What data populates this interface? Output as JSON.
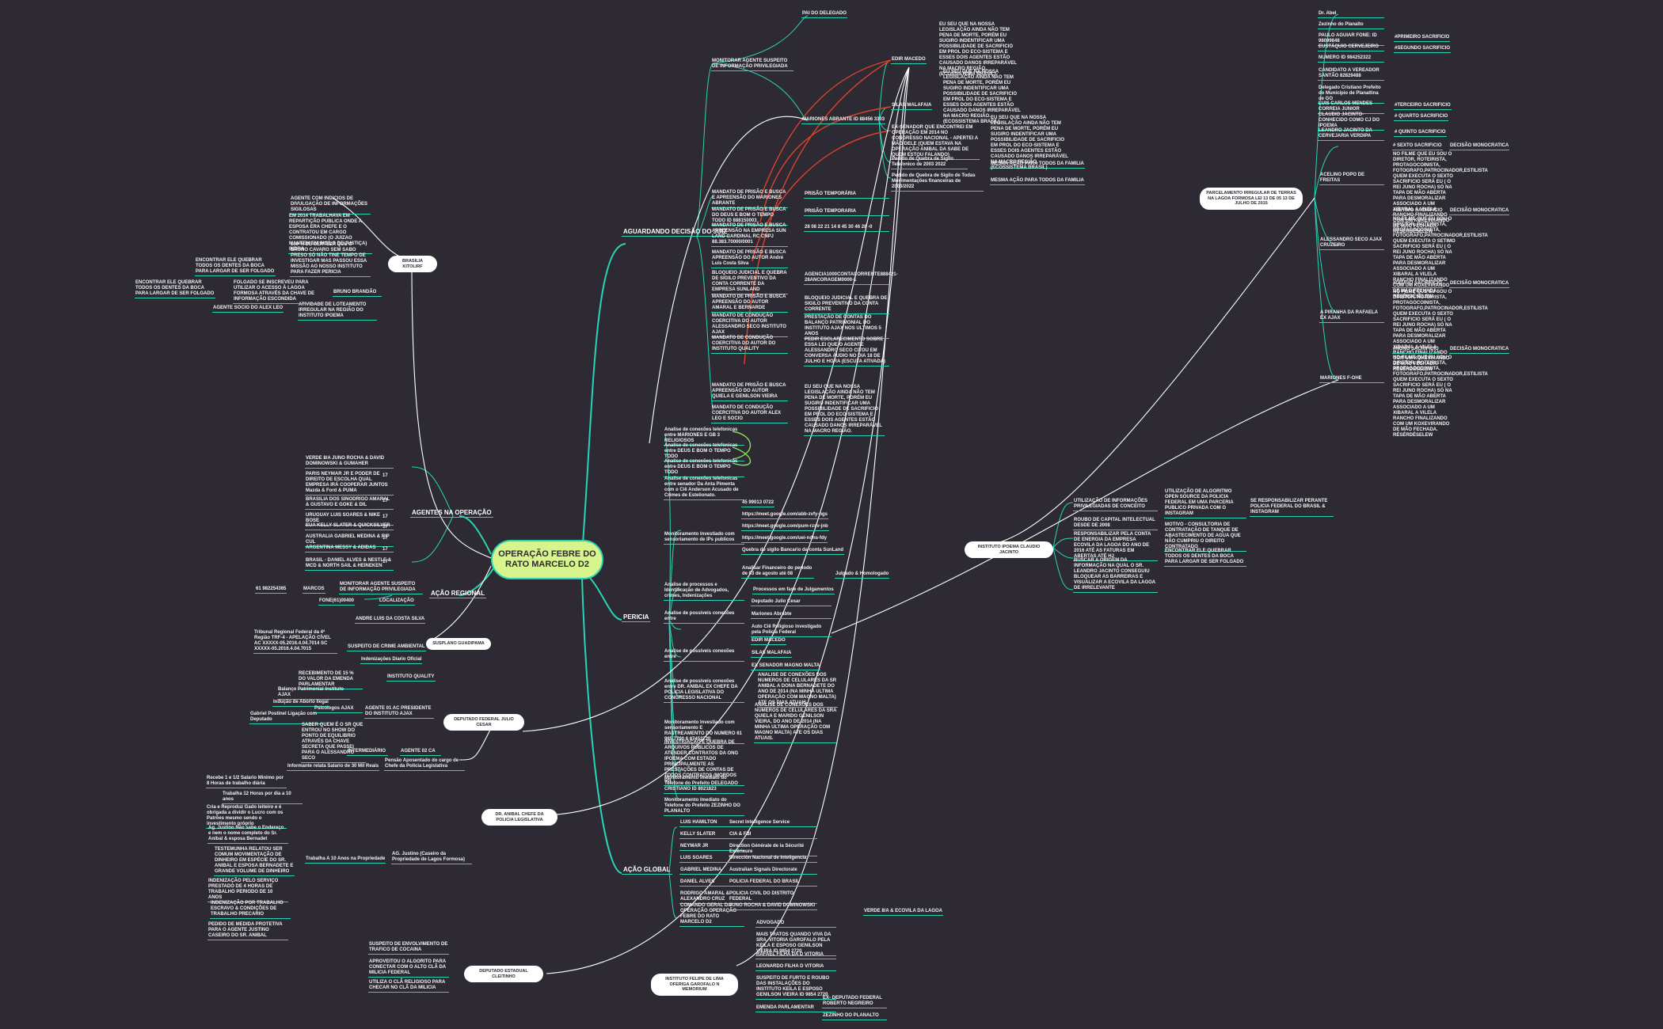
{
  "diagram": {
    "center": "OPERAÇÃO FEBRE DO RATO MARCELO D2",
    "branches": {
      "aguardando": "AGUARDANDO DECISÃO DO JUIZ",
      "pericia": "PERICIA",
      "acao_global": "AÇÃO GLOBAL",
      "agentes": "AGENTES NA OPERAÇÃO",
      "acao_regional": "AÇÃO REGIONAL"
    },
    "bubbles": {
      "brasilia": "BRASILIA KITOLIRF",
      "suspeito": "SUSPLANO GUADIPAMA",
      "deputado_federal": "DEPUTADO FEDERAL JULIO CESAR",
      "anibal": "DR. ANIBAL CHEFE DA POLICIA LEGISLATIVA",
      "deputado_estadual": "DEPUTADO ESTADUAL CLEITINHO",
      "instituto_felipe": "INSTITUTO FELIPE DE LIMA OFERIGA GAROFALO N MEMORIUM",
      "instituto_ipoema": "INSTITUTO IPOEMA CLAUDIO JACINTO",
      "parcelamento": "PARCELAMENTO IRREGULAR DE TERRAS NA LAGOA FORMOSA LEI 13 DE 05 13 DE JULHO DE 2015"
    },
    "top_nodes": {
      "pai": "PAI DO DELEGADO",
      "monitorar": "MONITORAR AGENTE SUSPEITO DE INFORMAÇÃO PRIVILEGIADA",
      "edir": "EDIR MACEDO",
      "silas": "SILAS MALAFAIA",
      "marinee": "MARIONES ABRANTE ID 88456 3303",
      "senador": "EX-SENADOR QUE ENCONTREI EM OPERAÇÃO EM 2014 NO CONGRESSO NACIONAL - APERTEI A MÃO DELE (QUEM ESTAVA NA OPERAÇÃO ANIBAL DA SABE DE QUEM ESTOU FALANDO)",
      "pedido1": "Pedido de Quebra de Sigilo Telefonico de 2003 2022",
      "pedido2": "Pedido de Quebra de Sigilo de Todas Movimentações financeiras de 2003/2022",
      "mesma1": "MESMA AÇÃO PARA TODOS DA FAMILIA",
      "mesma2": "MESMA AÇÃO PARA TODOS DA FAMILIA",
      "eu_seu": "EU SEU QUE NA NOSSA LEGISLAÇÃO AINDA NÃO TEM PENA DE MORTE, PORÉM EU SUGIRO INDENTIFICAR UMA POSSIBILIDADE DE SACRIFICIO EM PROL DO ECO-SISTEMA E ESSES DOIS AGENTES ESTÃO CAUSADO DANOS IRREPARÁVEL NA MACRO REGIÃO. (ECOSSISTEMA BRASIL)"
    },
    "mandados": [
      {
        "label": "MANDATO DE PRISÃO E BUSCA E APREENSÃO DO MARIONES ABRANTE",
        "detail": "PRISÃO TEMPORÁRIA"
      },
      {
        "label": "MANDATO DE PRISÃO E BUSCA DO DEUS E BOM O TEMPO TODO ID 888150003",
        "detail": "PRISÃO TEMPORARIA"
      },
      {
        "label": "MANDATO DE PRISÃO E BUSCA APREENSÃO NA EMPRESA SUN LAND GARDINAL RC CNPJ 88.383.70000/0001",
        "detail": "28 08 22 21 14 8 45 30 46 28 -0"
      },
      {
        "label": "MANDATO DE PRISÃO E BUSCA APREENSÃO DO AUTOR André Luis Costa Silva",
        "detail": ""
      },
      {
        "label": "BLOQUEIO JUDICIAL E QUEBRA DE SIGILO PREVENTIVO DA CONTA CORRENTE DA EMPRESA SUNLAND",
        "detail": "AGENCIA1000CONTACORRENTE888421-28ANCORAGEM0000-1"
      },
      {
        "label": "MANDATO DE PRISÃO E BUSCA APREENSÃO DO AUTOR AMARAL E BERNARDE",
        "detail": "BLOQUEIO JUDICIAL E QUEBRA DE SIGILO PREVENTIVO DA CONTA CORRENTE"
      },
      {
        "label": "MANDATO DE CONDUÇÃO COERCITIVA DO AUTOR ALESSANDRO SECO INSTITUTO AJAX",
        "detail": "PRESTAÇÃO DE CONTAS DO BALANÇO PATRIMONIAL DO INSTITUTO AJAX NOS ULTIMOS 5 ANOS"
      },
      {
        "label": "MANDATO DE CONDUÇÃO COERCITIVA DO AUTOR DO INSTITUTO QUALITY",
        "detail": "PEDIR ESCLARECIMENTO SOBRE ESSA LEI QUE O AGENTE ALESSANDRO SECO CITOU EM CONVERSA ÁUDIO NO DIA 18 DE JULHO E HORA (ESCUTA ATIVADA)"
      },
      {
        "label": "MANDATO DE PRISÃO E BUSCA APREENSÃO DO AUTOR QUIELA E GENILSON VIEIRA",
        "detail": "EU SEU QUE NA NOSSA LEGISLAÇÃO AINDA NÃO TEM PENA DE MORTE, PORÉM EU SUGIRO INDENTIFICAR UMA POSSIBILIDADE DE SACRIFICIO EM PROL DO ECO-SISTEMA E ESSES DOIS AGENTES ESTÃO CAUSADO DANOS IRREPARÁVEL NA MACRO REGIÃO."
      },
      {
        "label": "MANDATO DE CONDUÇÃO COERCITIVA DO AUTOR ALEX LEO E SOCIO",
        "detail": ""
      }
    ],
    "pericia_items": [
      "Analise de conexões telefonicas entre MARIONES E GB 3 RELIGIOSOS",
      "Analise de conexões telefonicas entre DEUS E BOM O TEMPO TODO",
      "Analise de conexões telefonicas entre DEUS E BOM O TEMPO TODO",
      "Analise de conexões telefonicas entre senador Da Anta Pimenta com o Ciê Anderson Acusado de Crimes de Estelionato.",
      "Monitoramento Investiado com sensoriamento de IPs publicos",
      "Analise de processos e Identificação de Advogados, crimes, Indenizações",
      "Analise de possíveis conexões entre",
      "Analise de possíveis conexões entre",
      "Analise de possíveis conexões entre DR. ANIBAL EX CHEFE DA POLICIA LEGISLATIVA DO CONGRESSO NACIONAL",
      "Monitoramento Investiado com sensoriamento E RASTREAMENTO DO NUMERO 61 985 7790 6 87452720",
      "INVESTIGAÇÃO E QUEBRA DE ARQUIVOS PÚBLICOS DE ATENDER CONTRATOS DA ONG IPOEMA COM ESTADO PRINCIPALMENTE AS PRESTAÇÕES DE CONTAS DE TODOS CONTRATOS (MORDOS 50)",
      "Monitoramento Imediato do Telefone do Prefeito DELEGADO CRISTIANO ID 8021823",
      "Monitoramento Imediato do Telefone do Prefeito ZEZINHO DO PLANALTO"
    ],
    "ips": [
      "45 99013 0722",
      "https://meet.google.com/abb-zvfy-ngs",
      "https://meet.google.com/pum-rzsv-jnb",
      "https://meet.google.com/uei-ndns-fdy",
      "Quebra de sigilo Bancario da conta SunLand"
    ],
    "ip_extra": {
      "label": "Analisar Financeiro do periodo de 03 de agosto até 08",
      "detail": "Julgado & Homologado"
    },
    "processos_detail": "Processos em fase de Julgamentos",
    "conexoes_a": [
      "Deputado Julio Cesar",
      "Mariones Abrabte",
      "Auto Ciê Religioso investigado pela Policia Federal"
    ],
    "conexoes_b": [
      "EDIR MACEDO",
      "SILAS MALAFAIA",
      "EX SENADOR MAGNO MALTA"
    ],
    "anibal_detail": "ANALISE DE CONEXÕES DOS NUMEROS DE CELULARES DA SR ANIBAL A DONA BERNADETE DO ANO DE 2014 (NA MINHA ULTIMA OPERAÇÃO COM MAGNO MALTA) ATE OS DIAS ATUAIS.",
    "rastreamento_detail": "ANALISE DE CONEXÕES DOS NUMEROS DE CELULARES DA SRA QUIELA E MARIDO GENILSON VIEIRA, DO ANO DE 2014 (NA MINHA ULTIMA OPERAÇÃO COM MAGNO MALTA) ATE OS DIAS ATUAIS.",
    "acao_global_items": [
      {
        "label": "LUIS HAMILTON",
        "detail": "Secret Intelligence Service"
      },
      {
        "label": "KELLY SLATER",
        "detail": "CIA & FBI"
      },
      {
        "label": "NEYMAR JR",
        "detail": "Direction Générale de la Sécurité Extérieure"
      },
      {
        "label": "LUIS SOARES",
        "detail": "Dirección Nacional de Inteligencia"
      },
      {
        "label": "GABRIEL MEDINA",
        "detail": "Australian Signals Directorate"
      },
      {
        "label": "DANIEL ALVES",
        "detail": "POLICIA FEDERAL DO BRASIL"
      },
      {
        "label": "RODRIGO AMARAL & ALEXANDRO CRUZ",
        "detail": "POLICIA CIVIL DO DISTRITO FEDERAL"
      },
      {
        "label": "COMANDO GERAL DA OPERAÇÃO OPERAÇÃO FEBRE DO RATO MARCELO D2",
        "detail": "JUNO ROCHA & DAVID DOMINOWSKI"
      }
    ],
    "comando_extra": "VERDE 8/A & ECOVILA DA LAGOA",
    "felipe_items": [
      "ADVOGADO",
      "MAIS TRATOS QUANDO VIVA DA SRA. VITORIA GAROFALO PELA KEILA E ESPOSO GENILSON VIEIRA ID 9854 2720",
      "RAFAEL FILHA DA D VITORIA",
      "LEONARDO FILHA D VITORIA",
      "SUSPEITO DE FURTO E ROUBO DAS INSTALAÇÕES DO INSTITUTO KEILA E ESPOSO GENILSON VIEIRA ID 9854 2720",
      "EMENDA PARLAMENTAR"
    ],
    "emenda_items": [
      "EX- DEPUTADO FEDERAL ROBERTO NEGREIRO",
      "ZEZINHO DO PLANALTO"
    ],
    "agentes_items": [
      {
        "label": "VERDE 8/A JUNO ROCHA & DAVID DOMINOWSKI & GUMAHER",
        "tag": ""
      },
      {
        "label": "PARIS NEYMAR JR E PODER DE DIREITO DE ESCOLHA QUAL EMPRESA IRÁ COOPERAR JUNTOS Mazda & Ford & PUMA",
        "tag": "17"
      },
      {
        "label": "BRASILIA DOS SINODRIGO AMARAL & GUSTAVO E GOKE & DIL",
        "tag": "17"
      },
      {
        "label": "URUGUAY LUIS SOARES & NIKE BOSE",
        "tag": "17"
      },
      {
        "label": "EUA KELLY SLATER & QUICKSILVER",
        "tag": "17"
      },
      {
        "label": "AUSTRALIA GABRIEL MEDINA & RIP CUL",
        "tag": "17"
      },
      {
        "label": "ARGENTINA MESSY & ADIDAS",
        "tag": "17"
      },
      {
        "label": "BRASIL - DANIEL ALVES & NESTLE & MCD & NORTH SAIL & HEINEKEN",
        "tag": "17"
      }
    ],
    "regional": {
      "phone": "61 982254365",
      "marcos": "MARCOS",
      "monitorar": "MONITORAR AGENTE SUSPEITO DE INFORMAÇÃO PRIVILEGIADA",
      "fone": "FONE(61)00400",
      "localizacao": "LOCALIZAÇÃO",
      "andre": "ANDRE LUIS DA COSTA SILVA"
    },
    "suspeito_items": [
      "Tribunal Regional Federal da 4ª Região TRF-4 - APELAÇÃO CÍVEL AC XXXXX-05.2016.4.04.7014 SC XXXXX-05.2016.4.04.7015",
      "SUSPEITO DE CRIME AMBIENTAL",
      "Indenizações Diario Oficial"
    ],
    "brasilia_items": [
      "AGENTE COM INDICIOS DE DIVULGAÇÃO DE INFORMAÇÕES SIGILOSAS",
      "EM 2014 TRABALHAVA EM REPARTIÇÃO PUBLICA ONDE A ESPOSA ERA CHEFE E O CONTRATOU EM CARGO COMISSIONADO (O JUIZAO MANTEM EM SIGILO DE JUSTIÇA) INDRA",
      "100 % DE CERTEZA QUE O BRUNO CAVARO SEM SABO PRESO SÓ NÃO TINE TEMPO DE INVESTIGAR MAS PASSOU ESSA MISSÃO AO NOSSO INSTITUTO PARA FAZER PERICIA",
      "ENCONTRAR ELE QUEBRAR TODOS OS DENTES DA BOCA PARA LARGAR DE SER FOLGADO",
      "BRUNO BRANDÃO",
      "ATIVIDADE DE LOTEAMENTO IRREGULAR NA REGIÃO DO INSTITUTO IPOEMA"
    ],
    "brasilia_side": [
      "FOLGADO SE INSCREVEU PARA UTILIZAR O ACESSO À LAGOA FORMOSA ATRAVÉS DA CHAVE DE INFORMAÇÃO ESCONDIDA",
      "ENCONTRAR ELE QUEBRAR TODOS OS DENTES DA BOCA PARA LARGAR DE SER FOLGADO",
      "AGENTE SOCIO DO ALEX LEO"
    ],
    "deputado_items": [
      "RECEBIMENTO DE 15 % DO VALOR DA EMENDA PARLAMENTAR",
      "INSTITUTO QUALITY",
      "Balanço Patrimonial Instituto AJAX",
      "Indução de Aborto Ilegal",
      "Psicologos AJAX",
      "Gabriel Postinel Ligação com Deputado",
      "AGENTE 01 AC PRESIDENTE DO INSTITUTO AJAX",
      "SABER QUEM É O SR QUE ENTROU NO SHOW DO PONTO DE EQUILIBRIO ATRAVÉS DA CHAVE SECRETA QUE PASSEI PARA O ALESSANDRO SECO",
      "INTERMEDIÁRIO",
      "AGENTE 02 CA"
    ],
    "anibal_items": [
      "Recebe 1 e 1/2 Salario Minimo por 8 Horas de trabalho diária",
      "Trabalha 12 Horas por dia a 10 anos",
      "Cria e Reproduz Gado leiteiro e é obrigada a dividir o Lucro com os Patrões mesmo sendo o investimento próprio",
      "Ag. Justino Não sabe o Endereço e nem o nome completo do Sr. Anibal & esposa Bernadet",
      "TESTEMUNHA RELATOU SER COMUM MOVIMENTAÇÃO DE DINHEIRO EM ESPÉCIE DO SR. ANIBAL E ESPOSA BERNADETE E GRANDE VOLUME DE DINHEIRO",
      "INDENIZAÇÃO PELO SERVIÇO PRESTADO DE 4 HORAS DE TRABALHO PERIODO DE 10 ANOS",
      "INDENIZAÇÃO POR TRABALHO ESCRAVO & CONDIÇÕES DE TRABALHO PRECARIO",
      "PEDIDO DE MEDIDA PROTETIVA PARA O AGENTE JUSTINO CASEIRO DO SR. ANIBAL"
    ],
    "anibal_mid": [
      "Informante relata Salario de 30 Mil Reais",
      "Pensão Aposentado do cargo de Chefe da Policia Legislativa",
      "Trabalha A 10 Anos na Propriedade",
      "AG. Justino (Caseiro da Propriedade de Lagos Formosa)"
    ],
    "estadual_items": [
      "SUSPEITO DE ENVOLVIMENTO DE TRAFICO DE COCAINA",
      "APROVEITOU O ALGORITO PARA CONECTAR COM O ALTO CLÃ DA MILICIA FEDERAL",
      "UTILIZA O CLÃ RELIGIOSO PARA CHECAR NO CLÃ DA MILICIA"
    ],
    "ipoema_items": [
      {
        "label": "UTILIZAÇÃO DE INFORMAÇÕES PRIVILEGIADAS DE CONCEITO",
        "detail": "UTILIZAÇÃO DE ALGORITMO OPEN SOURCE DA POLICIA FEDERAL EM UMA PARCERIA PUBLICO PRIVADA COM O INSTAGRAM",
        "extra": "SE RESPONSABILIZAR PERANTE POLICIA FEDERAL DO BRASIL & INSTAGRAM"
      },
      {
        "label": "ROUBO DE CAPITAL INTELECTUAL DESDE DE 2008",
        "detail": "",
        "extra": ""
      },
      {
        "label": "RESPONSABILIZAR PELA CONTA DE ENERGIA DA EMPRESA ECOVILA DA LAGOA DO ANO DE 2016 ATÉ AS FATURAS EM ABERTAS ATÉ HJ",
        "detail": "MOTIVO - CONSULTORIA DE CONTRATAÇÃO DE TANQUE DE ABASTECIMENTO DE AGUA QUE NÃO CUMPRIU O DIREITO CONTRATADO",
        "extra": ""
      },
      {
        "label": "BUSCAR A ORIGEM DA INFORMAÇÃO NA QUAL O SR. LEANDRO JACINTO CONSEGUIU BLOQUEAR AS BARREIRAS E VISUALIZAR A ECOVILA DA LAGOA DE IRRELEVANTE",
        "detail": "ENCONTRAR ELE QUEBRAR TODOS OS DENTES DA BOCA PARA LARGAR DE SER FOLGADO",
        "extra": ""
      }
    ],
    "right_list": [
      {
        "label": "Dr. Abel",
        "tag": ""
      },
      {
        "label": "Zezinho do Planalto",
        "tag": ""
      },
      {
        "label": "PAULO AGUIAR FONE: ID 98099848",
        "tag": "#PRIMEIRO SACRIFICIO"
      },
      {
        "label": "EUSTÁQUIO CERVEJEIRO",
        "tag": "#SEGUNDO SACRIFICIO"
      },
      {
        "label": "NUMERO ID 984252322",
        "tag": ""
      },
      {
        "label": "CANDIDATO A VEREADOR SANTÃO 82829488",
        "tag": ""
      },
      {
        "label": "Delegado Cristiano Prefeito do Município de Planaltina de GO",
        "tag": ""
      },
      {
        "label": "LUIS CARLOS MENDES CORREIA JUNIOR",
        "tag": "#TERCEIRO SACRIFICIO"
      },
      {
        "label": "CLAUDIO JACINTO- CONHECIDO COMO CJ DO IPOEMA",
        "tag": "# QUARTO SACRIFICIO"
      },
      {
        "label": "LEANDRO JACINTO DA CERVEJARIA VERDIPA",
        "tag": "# QUINTO SACRIFICIO"
      }
    ],
    "right_groups": [
      {
        "label": "ACELINO POPO DE FREITAS",
        "tag": "# SEXTO SACRIFICIO",
        "decision": "DECISÃO MONOCRATICA",
        "note": "NO FILME QUE EU SOU O DIRETOR, ROTEIRISTA, PROTAGOCOINISTA, FOTOGRAFO,PATROCINADOR,ESTILISTA QUEM EXECUTA O SEXTO SACRIFICIO SERÁ EU ( O REI JUNO ROCHA) SÓ NA TAPA DE MÃO ABERTA PARA DESMORALIZAR ASSOCIADO A UM XIBARAL A VILELA RANCHO FINALIZANDO COM UM KOXEVIRANDO DE MÃO FECHADA. RÉSÉRDÉSELEW"
      },
      {
        "label": "ALESSANDRO SECO AJAX CRUZEIRO",
        "tag": "#SETIMO SACRIFICIO",
        "decision": "DECISÃO MONOCRATICA",
        "note": "NO FILME QUE EU SOU O DIRETOR, ROTEIRISTA, PROTAGOCOINISTA, FOTOGRAFO,PATROCINADOR,ESTILISTA QUEM EXECUTA O SETIMO SACRIFICIO SERÁ EU ( O REI JUNO ROCHA) SÓ NA TAPA DE MÃO ABERTA PARA DESMORALIZAR ASSOCIADO A UM XIBARAL A VILELA RANCHO FINALIZANDO COM UM KOXEVIRANDO DE MÃO FECHADA. RÉSÉRDÉSELEW"
      },
      {
        "label": "A PIRANHA DA RAFAELA ÉX AJAX",
        "tag": "#OITAVO SACRIFICIO",
        "decision": "DECISÃO MONOCRATICA",
        "note": "NO FILME QUE EU SOU O DIRETOR, ROTEIRISTA, PROTAGOCOINISTA, FOTOGRAFO,PATROCINADOR,ESTILISTA QUEM EXECUTA O SEXTO SACRIFICIO SERÁ EU ( O REI JUNO ROCHA) SÓ NA TAPA DE MÃO ABERTA PARA DESMORALIZAR ASSOCIADO A UM XIBARAL A VILELA RANCHO FINALIZANDO COM UM KOXEVIRANDO DE MÃO FECHADA. RÉSÉRDÉSELEW"
      },
      {
        "label": "MARIONES F-OHE",
        "tag": "#NONO SACRIFICIO",
        "decision": "DECISÃO MONOCRATICA",
        "note": "NO FILME QUE EU SOU O DIRETOR, ROTEIRISTA, PROTAGOCOINISTA, FOTOGRAFO,PATROCINADOR,ESTILISTA QUEM EXECUTA O SEXTO SACRIFICIO SERÁ EU ( O REI JUNO ROCHA) SÓ NA TAPA DE MÃO ABERTA PARA DESMORALIZAR ASSOCIADO A UM XIBARAL A VILELA RANCHO FINALIZANDO COM UM KOXEVIRANDO DE MÃO FECHADA. RÉSÉRDÉSELEW"
      }
    ],
    "colors": {
      "background": "#2d2a33",
      "branch_line": "#2ad4b4",
      "center_fill": "#d7f58c",
      "relation_red": "#d9442b",
      "relation_white": "#ffffff",
      "relation_green": "#8be05a"
    }
  }
}
